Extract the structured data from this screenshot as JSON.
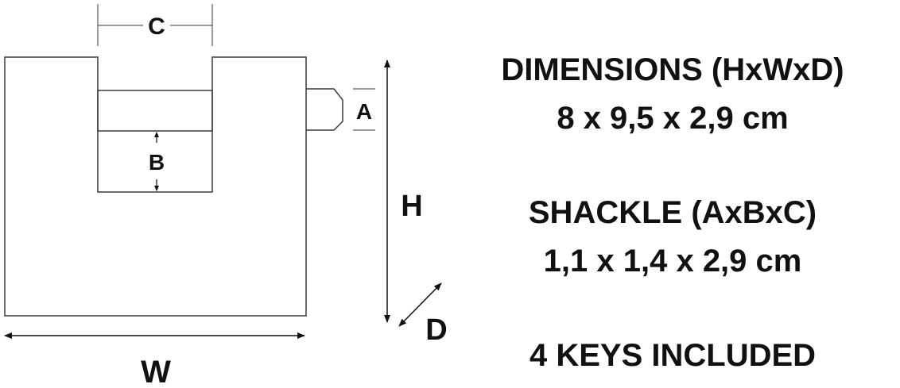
{
  "diagram": {
    "labels": {
      "a": "A",
      "b": "B",
      "c": "C",
      "h": "H",
      "w": "W",
      "d": "D"
    }
  },
  "specs": {
    "dimensions_title": "DIMENSIONS (HxWxD)",
    "dimensions_value": "8 x 9,5 x 2,9 cm",
    "shackle_title": "SHACKLE (AxBxC)",
    "shackle_value": "1,1 x 1,4 x 2,9 cm",
    "keys": "4 KEYS INCLUDED"
  },
  "colors": {
    "line": "#3a3a3a",
    "text": "#111111",
    "background": "#ffffff"
  }
}
